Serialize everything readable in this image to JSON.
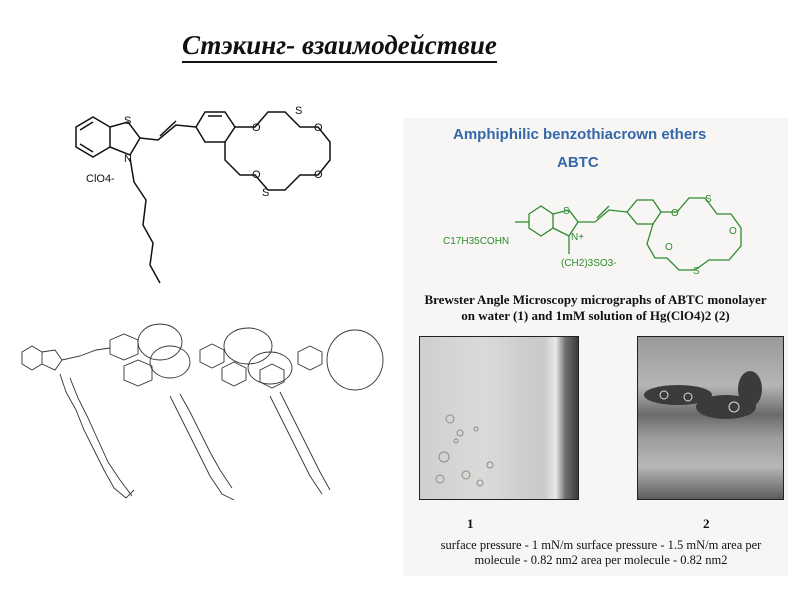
{
  "slide_title": "Стэкинг- взаимодействие",
  "left_structure": {
    "atoms": [
      "S",
      "N",
      "O",
      "O",
      "O",
      "O",
      "S",
      "S"
    ],
    "counterion": "ClO4-"
  },
  "panel": {
    "title": "Amphiphilic benzothiacrown ethers",
    "subtitle": "ABTC",
    "structure_labels": {
      "chain": "C17H35COHN",
      "sulfonate": "(CH2)3SO3-",
      "n_plus": "N+",
      "s": "S",
      "o": "O"
    },
    "bam_caption_line1": "Brewster Angle Microscopy micrographs of ABTC monolayer",
    "bam_caption_line2": "on water (1) and 1mM solution of Hg(ClO4)2 (2)",
    "micrograph_1_label": "1",
    "micrograph_2_label": "2",
    "caption_line1": "surface pressure - 1 mN/m surface pressure - 1.5 mN/m area per",
    "caption_line2": "molecule - 0.82 nm2 area per molecule - 0.82 nm2"
  }
}
